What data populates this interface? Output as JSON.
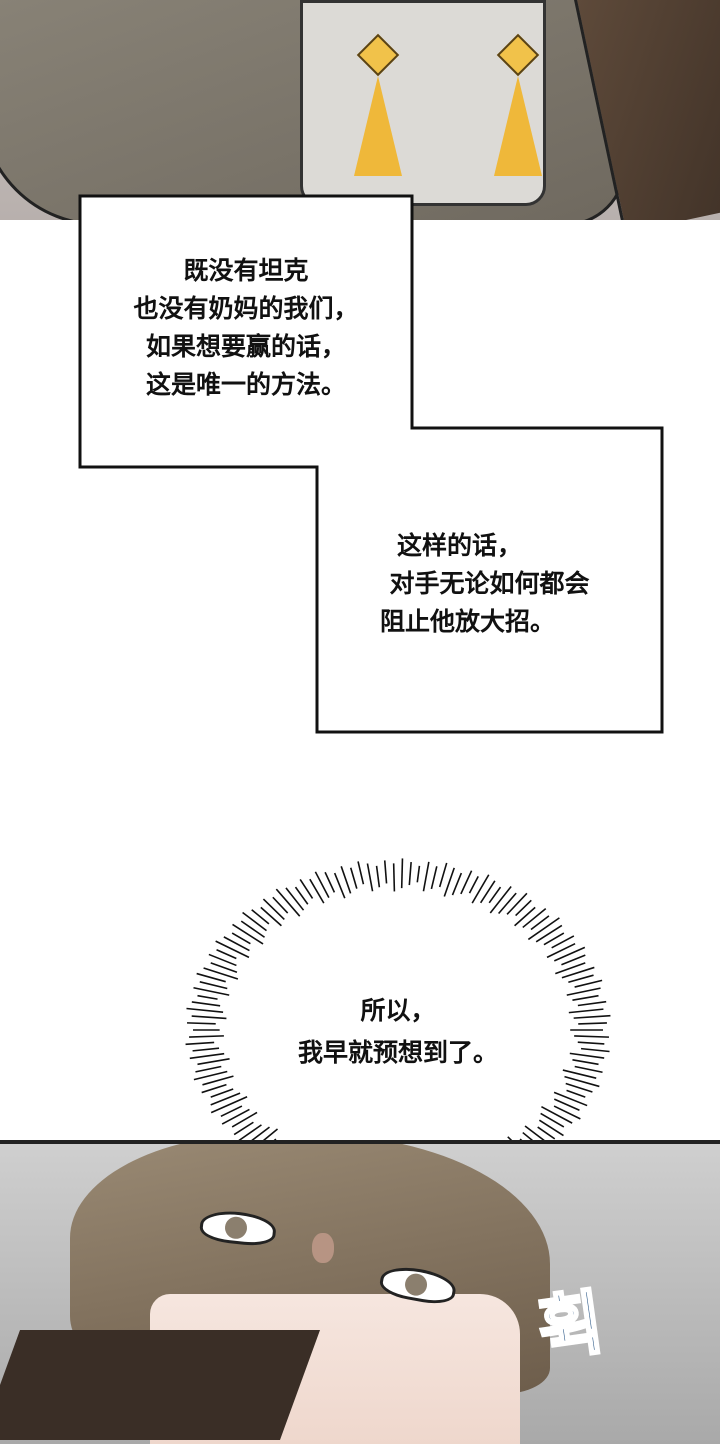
{
  "caption_box_1": {
    "lines": [
      "既没有坦克",
      "也没有奶妈的我们，",
      "如果想要赢的话，",
      "这是唯一的方法。"
    ]
  },
  "caption_box_2": {
    "lines": [
      "这样的话，",
      "对手无论如何都会",
      "阻止他放大招。"
    ]
  },
  "thought_burst": {
    "lines": [
      "所以，",
      "我早就预想到了。"
    ]
  },
  "sound_effect": "휙",
  "colors": {
    "tassel": "#efb83a",
    "sfx": "#2e5a88",
    "border": "#111111"
  }
}
